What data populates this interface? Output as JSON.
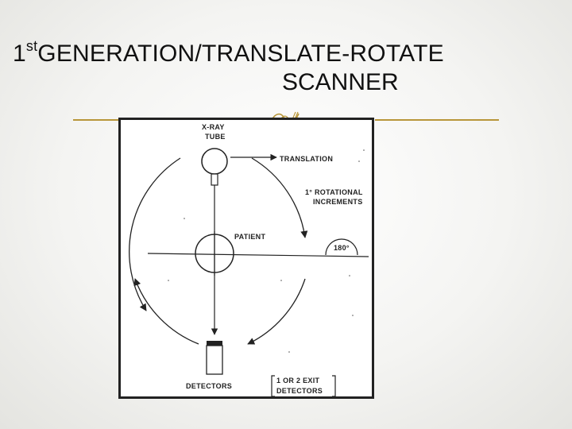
{
  "slide": {
    "title_prefix": "1",
    "title_sup": "st",
    "title_rest": "GENERATION/TRANSLATE-ROTATE",
    "title_line2": "SCANNER"
  },
  "diagram": {
    "xray_tube_line1": "X-RAY",
    "xray_tube_line2": "TUBE",
    "translation": "TRANSLATION",
    "rotational_line1": "1° ROTATIONAL",
    "rotational_line2": "INCREMENTS",
    "patient": "PATIENT",
    "angle": "180°",
    "detectors": "DETECTORS",
    "exit_line1": "1 OR 2 EXIT",
    "exit_line2": "DETECTORS"
  },
  "colors": {
    "accent_rule": "#b8963a",
    "ink": "#222222"
  }
}
